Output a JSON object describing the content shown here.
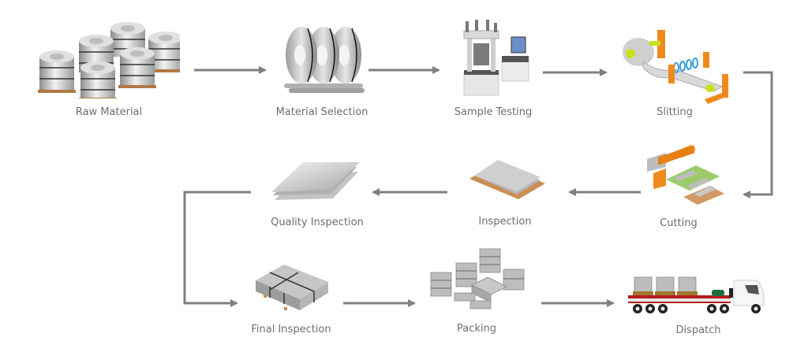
{
  "diagram": {
    "type": "process-flow",
    "connector_color": "#808080",
    "steps": [
      {
        "id": 1,
        "label": "Raw Material",
        "icon": "steel-coils-on-pallets-icon"
      },
      {
        "id": 2,
        "label": "Material Selection",
        "icon": "steel-coils-on-rollers-icon"
      },
      {
        "id": 3,
        "label": "Sample Testing",
        "icon": "testing-machine-icon"
      },
      {
        "id": 4,
        "label": "Slitting",
        "icon": "slitting-machine-icon"
      },
      {
        "id": 5,
        "label": "Cutting",
        "icon": "cutting-machine-icon"
      },
      {
        "id": 6,
        "label": "Inspection",
        "icon": "sheet-on-pallet-icon"
      },
      {
        "id": 7,
        "label": "Quality Inspection",
        "icon": "metal-sheets-icon"
      },
      {
        "id": 8,
        "label": "Final Inspection",
        "icon": "strapped-sheet-bundle-icon"
      },
      {
        "id": 9,
        "label": "Packing",
        "icon": "packed-bundles-icon"
      },
      {
        "id": 10,
        "label": "Dispatch",
        "icon": "flatbed-truck-icon"
      }
    ],
    "edges": [
      {
        "from": "Raw Material",
        "to": "Material Selection"
      },
      {
        "from": "Material Selection",
        "to": "Sample Testing"
      },
      {
        "from": "Sample Testing",
        "to": "Slitting"
      },
      {
        "from": "Slitting",
        "to": "Cutting"
      },
      {
        "from": "Cutting",
        "to": "Inspection"
      },
      {
        "from": "Inspection",
        "to": "Quality Inspection"
      },
      {
        "from": "Quality Inspection",
        "to": "Final Inspection"
      },
      {
        "from": "Final Inspection",
        "to": "Packing"
      },
      {
        "from": "Packing",
        "to": "Dispatch"
      }
    ]
  }
}
